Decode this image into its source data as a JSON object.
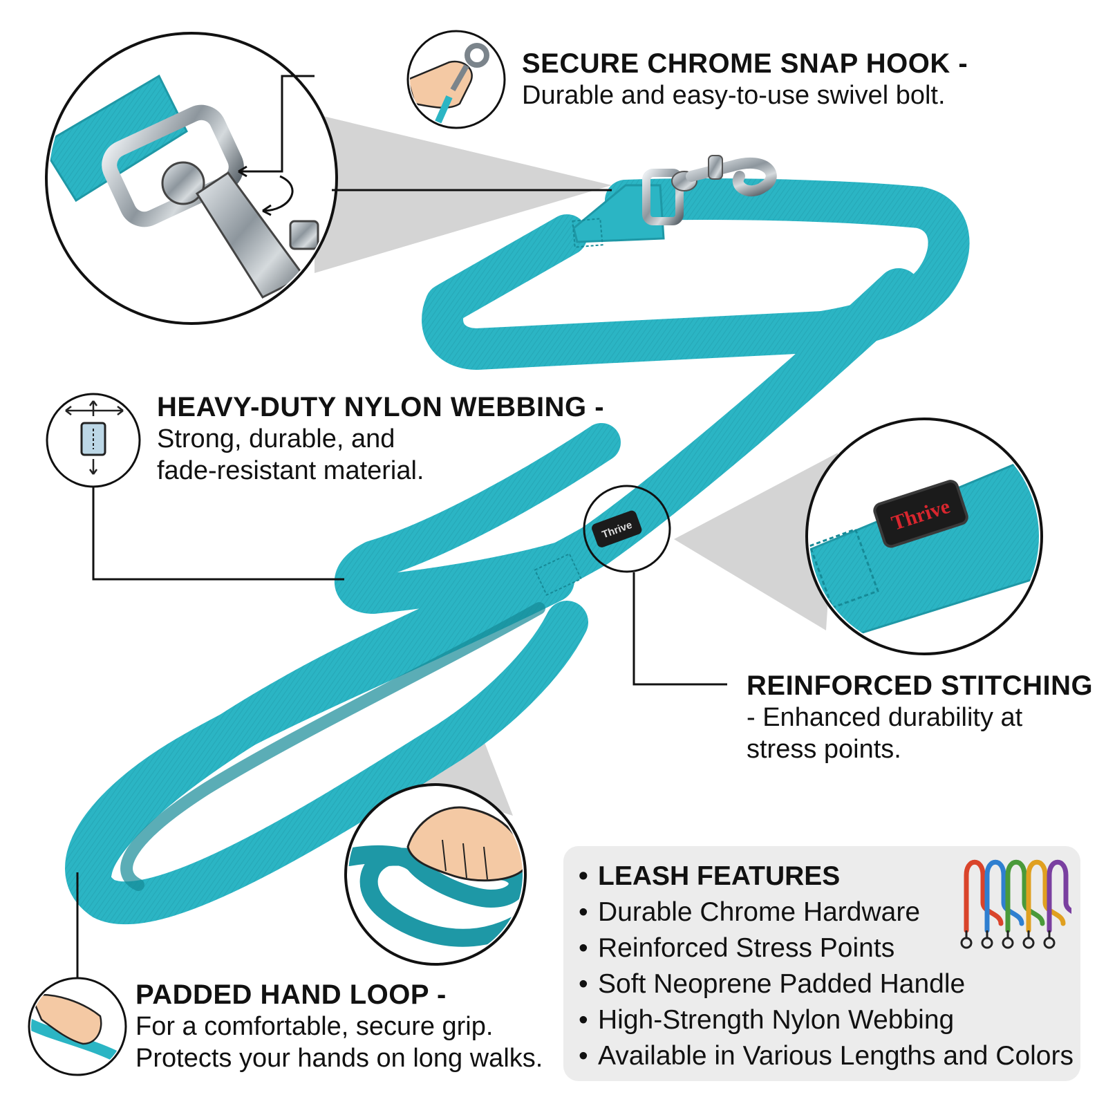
{
  "colors": {
    "leash_teal": "#2bb5c4",
    "leash_teal_dark": "#1e98a6",
    "chrome": "#9aa3aa",
    "callout_gray": "#d4d4d4",
    "feature_box": "#ececec",
    "brand_red": "#d8262e"
  },
  "icons": [
    "hand-holding-hook-icon",
    "stretch-arrows-icon",
    "hand-gripping-loop-icon",
    "hand-on-loop-icon",
    "colored-leashes-icon"
  ],
  "callouts": {
    "hook": {
      "title": "SECURE CHROME SNAP HOOK -",
      "desc": "Durable and easy-to-use swivel bolt."
    },
    "webbing": {
      "title": "HEAVY-DUTY NYLON WEBBING -",
      "desc_lines": [
        "Strong, durable, and",
        "fade-resistant material."
      ]
    },
    "stitching": {
      "title": "REINFORCED STITCHING",
      "desc_lines": [
        "- Enhanced durability at",
        "stress points."
      ]
    },
    "loop": {
      "title": "PADDED HAND LOOP -",
      "desc_lines": [
        "For a comfortable, secure grip.",
        "Protects your hands on long walks."
      ]
    }
  },
  "features": {
    "items": [
      "LEASH FEATURES",
      "Durable Chrome Hardware",
      "Reinforced Stress Points",
      "Soft Neoprene Padded Handle",
      "High-Strength Nylon Webbing",
      "Available in Various Lengths and Colors"
    ],
    "leash_colors": [
      "#d9442b",
      "#2f7fd0",
      "#4a9a3a",
      "#e0a020",
      "#7a3fa0"
    ]
  },
  "brand_label": "Thrive"
}
